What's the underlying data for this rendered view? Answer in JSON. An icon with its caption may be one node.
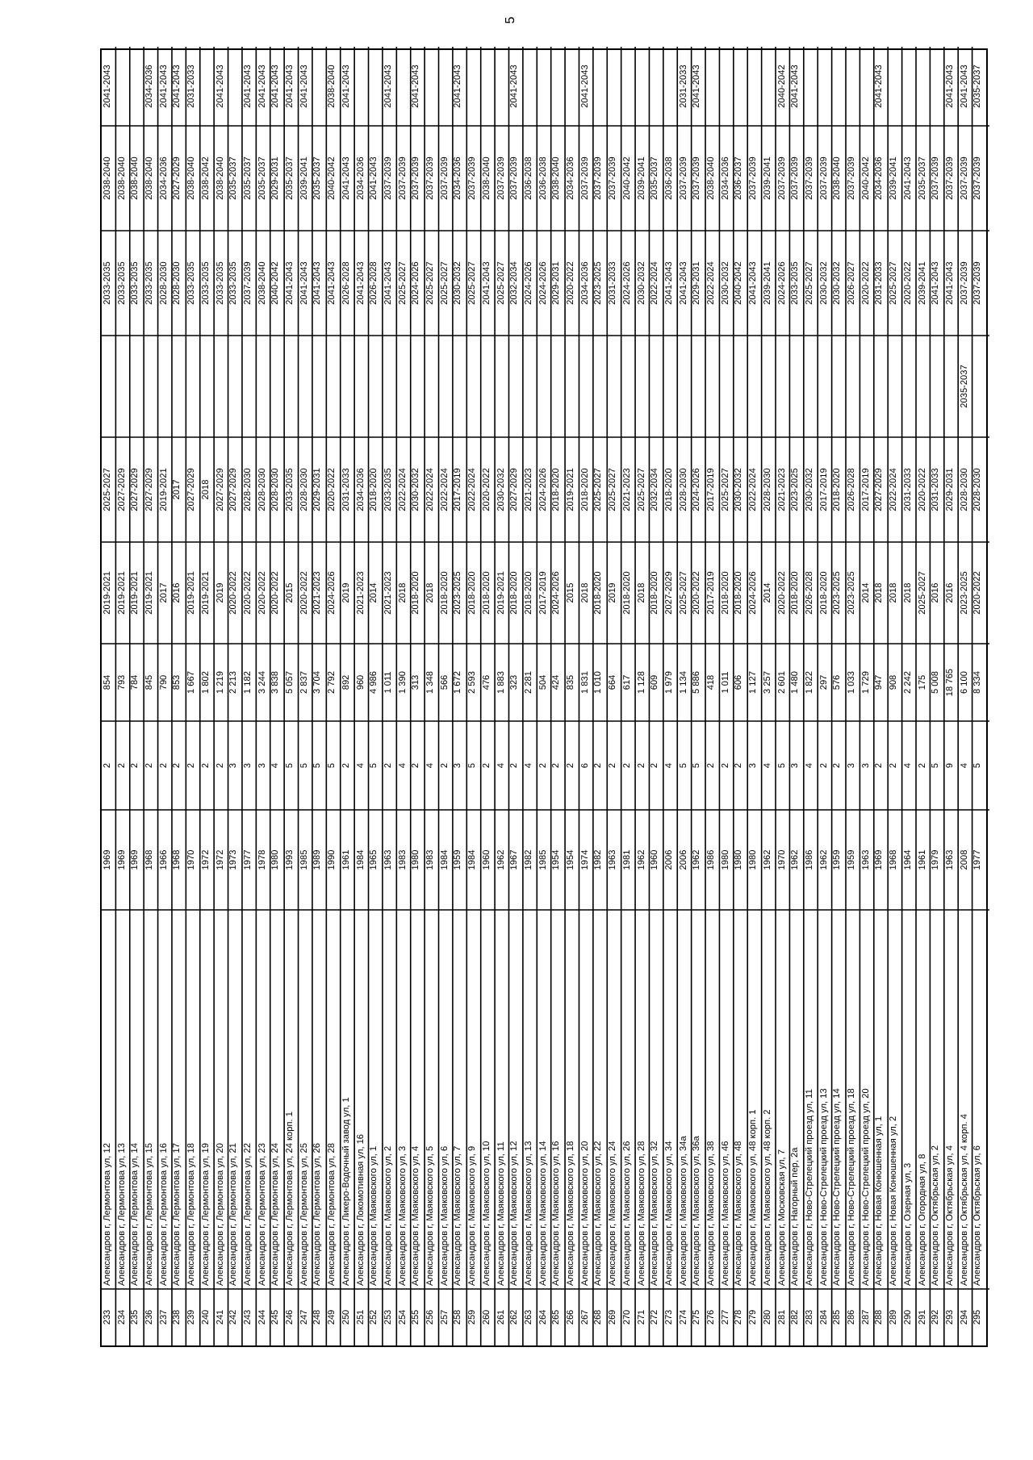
{
  "diagram": {
    "labels": [
      "5",
      "233",
      "Александров г, Лермонтова ул, 12",
      "1969",
      "2",
      "854",
      "2019-2021",
      "2025-2027",
      "2033-2035",
      "2038-2040",
      "2041-2043",
      "234",
      "Александров г, Лермонтова ул, 13",
      "1969",
      "2",
      "793",
      "2019-2021",
      "2027-2029",
      "2033-2035",
      "2038-2040",
      "235",
      "Александров г, Лермонтова ул, 14",
      "1969",
      "2",
      "784",
      "2019-2021",
      "2027-2029",
      "2033-2035",
      "2038-2040",
      "236",
      "Александров г, Лермонтова ул, 15",
      "1968",
      "2",
      "845",
      "2019-2021",
      "2027-2029",
      "2033-2035",
      "2038-2040",
      "2034-2036",
      "237",
      "Александров г, Лермонтова ул, 16",
      "1966",
      "2",
      "790",
      "2017",
      "2019-2021",
      "2028-2030",
      "2034-2036",
      "2041-2043",
      "238",
      "Александров г, Лермонтова ул, 17",
      "1968",
      "2",
      "853",
      "2016",
      "2017",
      "2028-2030",
      "2027-2029",
      "2041-2043",
      "239",
      "Александров г, Лермонтова ул, 18",
      "1970",
      "2",
      "1 667",
      "2019-2021",
      "2027-2029",
      "2033-2035",
      "2038-2040",
      "2031-2033",
      "240",
      "Александров г, Лермонтова ул, 19",
      "1972",
      "2",
      "1 802",
      "2019-2021",
      "2018",
      "2033-2035",
      "2038-2042",
      "241",
      "Александров г, Лермонтова ул, 20",
      "1972",
      "2",
      "1 219",
      "2019",
      "2027-2029",
      "2033-2035",
      "2038-2040",
      "2041-2043",
      "242",
      "Александров г, Лермонтова ул, 21",
      "1973",
      "3",
      "2 213",
      "2020-2022",
      "2027-2029",
      "2033-2035",
      "2035-2037",
      "243",
      "Александров г, Лермонтова ул, 22",
      "1977",
      "3",
      "1 182",
      "2020-2022",
      "2028-2030",
      "2037-2039",
      "2035-2037",
      "2041-2043",
      "244",
      "Александров г, Лермонтова ул, 23",
      "1978",
      "3",
      "3 244",
      "2020-2022",
      "2028-2030",
      "2038-2040",
      "2035-2037",
      "2041-2043",
      "245",
      "Александров г, Лермонтова ул, 24",
      "1980",
      "4",
      "3 838",
      "2020-2022",
      "2028-2030",
      "2040-2042",
      "2029-2031",
      "2041-2043",
      "246",
      "Александров г, Лермонтова ул, 24 корп. 1",
      "1993",
      "5",
      "5 057",
      "2015",
      "2033-2035",
      "2041-2043",
      "2035-2037",
      "2041-2043",
      "247",
      "Александров г, Лермонтова ул, 25",
      "1985",
      "5",
      "2 837",
      "2020-2022",
      "2028-2030",
      "2041-2043",
      "2039-2041",
      "2041-2043",
      "248",
      "Александров г, Лермонтова ул, 26",
      "1989",
      "5",
      "3 704",
      "2021-2023",
      "2029-2031",
      "2041-2043",
      "2035-2037",
      "249",
      "Александров г, Лермонтова ул, 28",
      "1990",
      "5",
      "2 792",
      "2024-2026",
      "2020-2022",
      "2041-2043",
      "2040-2042",
      "2038-2040",
      "250",
      "Александров г, Ликеро-Водочный завод ул, 1",
      "1961",
      "2",
      "892",
      "2019",
      "2031-2033",
      "2026-2028",
      "2041-2043",
      "2041-2043",
      "251",
      "Александров г, Локомотивная ул, 16",
      "1984",
      "4",
      "960",
      "2021-2023",
      "2034-2036",
      "2041-2043",
      "2034-2036",
      "252",
      "Александров г, Маяковского ул, 1",
      "1965",
      "5",
      "4 986",
      "2014",
      "2018-2020",
      "2026-2028",
      "2041-2043",
      "253",
      "Александров г, Маяковского ул, 2",
      "1963",
      "2",
      "1 011",
      "2021-2023",
      "2033-2035",
      "2041-2043",
      "2037-2039",
      "2041-2043",
      "254",
      "Александров г, Маяковского ул, 3",
      "1983",
      "4",
      "1 390",
      "2018",
      "2022-2024",
      "2025-2027",
      "2037-2039",
      "255",
      "Александров г, Маяковского ул, 4",
      "1980",
      "2",
      "313",
      "2018-2020",
      "2030-2032",
      "2024-2026",
      "2037-2039",
      "2041-2043",
      "256",
      "Александров г, Маяковского ул, 5",
      "1983",
      "4",
      "1 348",
      "2018",
      "2022-2024",
      "2025-2027",
      "2037-2039",
      "257",
      "Александров г, Маяковского ул, 6",
      "1984",
      "2",
      "566",
      "2018-2020",
      "2022-2024",
      "2025-2027",
      "2037-2039",
      "258",
      "Александров г, Маяковского ул, 7",
      "1959",
      "3",
      "1 672",
      "2023-2025",
      "2017-2019",
      "2030-2032",
      "2034-2036",
      "2041-2043",
      "259",
      "Александров г, Маяковского ул, 9",
      "1984",
      "5",
      "2 593",
      "2018-2020",
      "2022-2024",
      "2025-2027",
      "2037-2039",
      "260",
      "Александров г, Маяковского ул, 10",
      "1960",
      "2",
      "476",
      "2018-2020",
      "2020-2022",
      "2041-2043",
      "2038-2040",
      "261",
      "Александров г, Маяковского ул, 11",
      "1962",
      "4",
      "1 883",
      "2019-2021",
      "2030-2032",
      "2025-2027",
      "2037-2039",
      "262",
      "Александров г, Маяковского ул, 12",
      "1967",
      "2",
      "323",
      "2018-2020",
      "2027-2029",
      "2032-2034",
      "2037-2039",
      "2041-2043",
      "263",
      "Александров г, Маяковского ул, 13",
      "1982",
      "4",
      "2 281",
      "2018-2020",
      "2021-2023",
      "2024-2026",
      "2036-2038",
      "264",
      "Александров г, Маяковского ул, 14",
      "1985",
      "2",
      "504",
      "2017-2019",
      "2024-2026",
      "2024-2026",
      "2036-2038",
      "265",
      "Александров г, Маяковского ул, 16",
      "1954",
      "2",
      "424",
      "2024-2026",
      "2018-2020",
      "2029-2031",
      "2038-2040",
      "266",
      "Александров г, Маяковского ул, 18",
      "1954",
      "2",
      "835",
      "2015",
      "2019-2021",
      "2020-2022",
      "2034-2036",
      "267",
      "Александров г, Маяковского ул, 20",
      "1974",
      "6",
      "1 831",
      "2018",
      "2018-2020",
      "2034-2036",
      "2037-2039",
      "2041-2043",
      "268",
      "Александров г, Маяковского ул, 22",
      "1982",
      "2",
      "1 010",
      "2018-2020",
      "2025-2027",
      "2023-2025",
      "2037-2039",
      "269",
      "Александров г, Маяковского ул, 24",
      "1963",
      "2",
      "664",
      "2019",
      "2025-2027",
      "2031-2033",
      "2037-2039",
      "270",
      "Александров г, Маяковского ул, 26",
      "1981",
      "2",
      "617",
      "2018-2020",
      "2021-2023",
      "2024-2026",
      "2040-2042",
      "271",
      "Александров г, Маяковского ул, 28",
      "1962",
      "2",
      "1 128",
      "2018",
      "2025-2027",
      "2030-2032",
      "2039-2041",
      "272",
      "Александров г, Маяковского ул, 32",
      "1960",
      "2",
      "609",
      "2018-2020",
      "2032-2034",
      "2022-2024",
      "2035-2037",
      "273",
      "Александров г, Маяковского ул, 34",
      "2006",
      "4",
      "1 979",
      "2027-2029",
      "2018-2020",
      "2041-2043",
      "2036-2038",
      "274",
      "Александров г, Маяковского ул, 34а",
      "2006",
      "5",
      "1 134",
      "2025-2027",
      "2028-2030",
      "2041-2043",
      "2037-2039",
      "2031-2033",
      "275",
      "Александров г, Маяковского ул, 36а",
      "1962",
      "5",
      "5 886",
      "2020-2022",
      "2024-2026",
      "2029-2031",
      "2037-2039",
      "2041-2043",
      "276",
      "Александров г, Маяковского ул, 38",
      "1986",
      "2",
      "418",
      "2017-2019",
      "2017-2019",
      "2022-2024",
      "2038-2040",
      "277",
      "Александров г, Маяковского ул, 46",
      "1980",
      "2",
      "1 011",
      "2018-2020",
      "2025-2027",
      "2030-2032",
      "2034-2036",
      "278",
      "Александров г, Маяковского ул, 48",
      "1980",
      "2",
      "606",
      "2018-2020",
      "2030-2032",
      "2040-2042",
      "2036-2037",
      "279",
      "Александров г, Маяковского ул, 48 корп. 1",
      "1980",
      "3",
      "1 127",
      "2024-2026",
      "2022-2024",
      "2041-2043",
      "2037-2039",
      "280",
      "Александров г, Маяковского ул, 48 корп. 2",
      "1962",
      "4",
      "3 257",
      "2014",
      "2028-2030",
      "2039-2041",
      "2039-2041",
      "281",
      "Александров г, Московская ул, 7",
      "1970",
      "5",
      "2 601",
      "2020-2022",
      "2021-2023",
      "2024-2026",
      "2037-2039",
      "2040-2042",
      "282",
      "Александров г, Нагорный пер, 2а",
      "1962",
      "3",
      "1 480",
      "2018-2020",
      "2023-2025",
      "2033-2035",
      "2037-2039",
      "2041-2043",
      "283",
      "Александров г, Ново-Стрелецкий проезд ул, 11",
      "1986",
      "4",
      "1 822",
      "2026-2028",
      "2030-2032",
      "2025-2027",
      "2037-2039",
      "284",
      "Александров г, Ново-Стрелецкий проезд ул, 13",
      "1962",
      "2",
      "297",
      "2018-2020",
      "2017-2019",
      "2030-2032",
      "2037-2039",
      "285",
      "Александров г, Ново-Стрелецкий проезд ул, 14",
      "1959",
      "2",
      "576",
      "2023-2025",
      "2018-2020",
      "2030-2032",
      "2038-2040",
      "286",
      "Александров г, Ново-Стрелецкий проезд ул, 18",
      "1959",
      "3",
      "1 033",
      "2023-2025",
      "2026-2028",
      "2026-2027",
      "2037-2039",
      "287",
      "Александров г, Ново-Стрелецкий проезд ул, 20",
      "1963",
      "3",
      "1 729",
      "2014",
      "2017-2019",
      "2020-2022",
      "2040-2042",
      "288",
      "Александров г, Новая Конюшенная ул, 1",
      "1969",
      "2",
      "947",
      "2018",
      "2027-2029",
      "2031-2033",
      "2034-2036",
      "2041-2043",
      "289",
      "Александров г, Новая Конюшенная ул, 2",
      "1968",
      "2",
      "908",
      "2018",
      "2022-2024",
      "2025-2027",
      "2039-2041",
      "290",
      "Александров г, Озерная ул, 3",
      "1964",
      "4",
      "2 242",
      "2018",
      "2031-2033",
      "2020-2022",
      "2041-2043",
      "291",
      "Александров г, Огородная ул, 8",
      "1961",
      "2",
      "175",
      "2025-2027",
      "2020-2022",
      "2039-2041",
      "2035-2037",
      "292",
      "Александров г, Октябрьская ул, 2",
      "1979",
      "5",
      "5 008",
      "2016",
      "2031-2033",
      "2041-2043",
      "2037-2039",
      "293",
      "Александров г, Октябрьская ул, 4",
      "1963",
      "9",
      "18 765",
      "2016",
      "2029-2031",
      "2041-2043",
      "2037-2039",
      "2041-2043",
      "294",
      "Александров г, Октябрьская ул, 4 корп. 4",
      "2008",
      "4",
      "6 100",
      "2023-2025",
      "2028-2030",
      "2035-2037",
      "2037-2039",
      "2037-2039",
      "2041-2043",
      "295",
      "Александров г, Октябрьская ул, 6",
      "1977",
      "5",
      "8 334",
      "2020-2022",
      "2028-2030",
      "2037-2039",
      "2037-2039",
      "2035-2037"
    ]
  }
}
